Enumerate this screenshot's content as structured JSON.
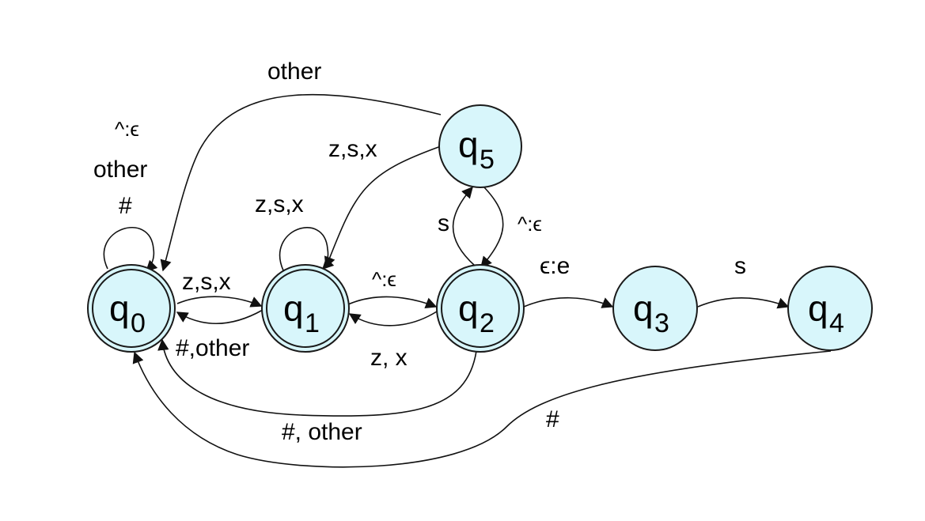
{
  "states": [
    {
      "id": "q0",
      "letter": "q",
      "index": "0",
      "accepting": true
    },
    {
      "id": "q1",
      "letter": "q",
      "index": "1",
      "accepting": true
    },
    {
      "id": "q2",
      "letter": "q",
      "index": "2",
      "accepting": true
    },
    {
      "id": "q3",
      "letter": "q",
      "index": "3",
      "accepting": false
    },
    {
      "id": "q4",
      "letter": "q",
      "index": "4",
      "accepting": false
    },
    {
      "id": "q5",
      "letter": "q",
      "index": "5",
      "accepting": false
    }
  ],
  "transitions": [
    {
      "from": "q0",
      "to": "q0",
      "labels": [
        "^:ϵ",
        "other",
        "#"
      ]
    },
    {
      "from": "q0",
      "to": "q1",
      "labels": [
        "z,s,x"
      ]
    },
    {
      "from": "q1",
      "to": "q0",
      "labels": [
        "#,other"
      ]
    },
    {
      "from": "q1",
      "to": "q1",
      "labels": [
        "z,s,x"
      ]
    },
    {
      "from": "q1",
      "to": "q2",
      "labels": [
        "^:ϵ"
      ]
    },
    {
      "from": "q2",
      "to": "q1",
      "labels": [
        "z, x"
      ]
    },
    {
      "from": "q2",
      "to": "q0",
      "labels": [
        "#, other"
      ]
    },
    {
      "from": "q2",
      "to": "q5",
      "labels": [
        "s"
      ]
    },
    {
      "from": "q5",
      "to": "q2",
      "labels": [
        "^:ϵ"
      ]
    },
    {
      "from": "q5",
      "to": "q1",
      "labels": [
        "z,s,x"
      ]
    },
    {
      "from": "q5",
      "to": "q0",
      "labels": [
        "other"
      ]
    },
    {
      "from": "q2",
      "to": "q3",
      "labels": [
        "ϵ:e"
      ]
    },
    {
      "from": "q3",
      "to": "q4",
      "labels": [
        "s"
      ]
    },
    {
      "from": "q4",
      "to": "q0",
      "labels": [
        "#"
      ]
    }
  ],
  "colors": {
    "node_fill": "#d8f6fb",
    "stroke": "#1a1a1a"
  }
}
